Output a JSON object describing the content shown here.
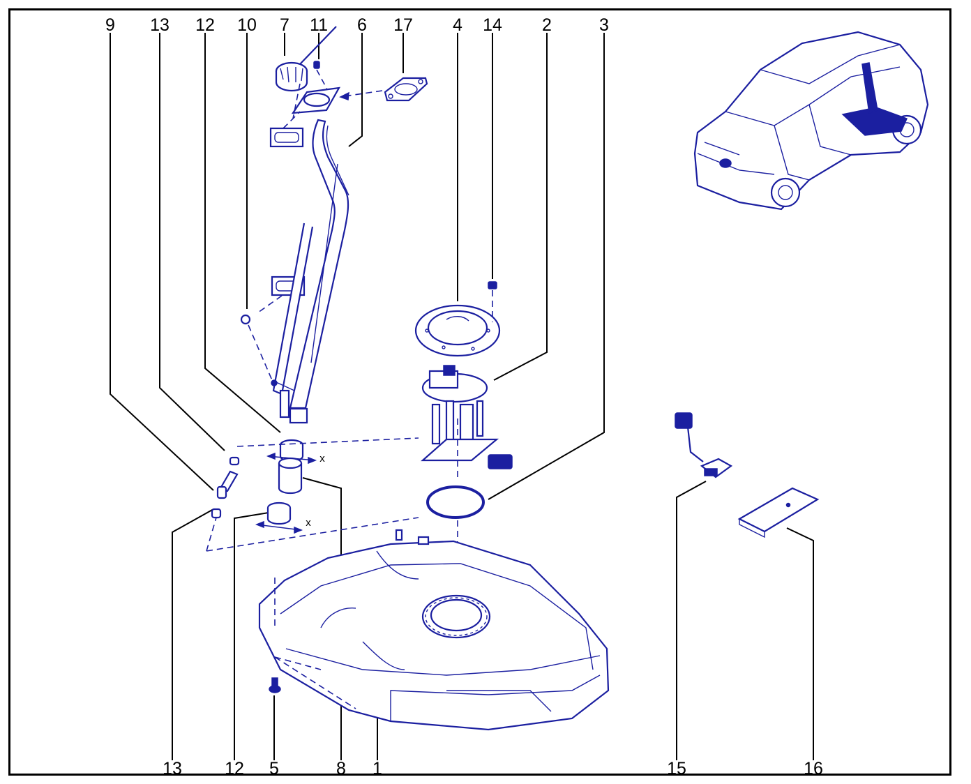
{
  "colors": {
    "frame": "#000000",
    "part_stroke": "#1b1fa0",
    "background": "#ffffff"
  },
  "callouts_top": [
    {
      "id": "9",
      "label": "9"
    },
    {
      "id": "13",
      "label": "13"
    },
    {
      "id": "12",
      "label": "12"
    },
    {
      "id": "10",
      "label": "10"
    },
    {
      "id": "7",
      "label": "7"
    },
    {
      "id": "11",
      "label": "11"
    },
    {
      "id": "6",
      "label": "6"
    },
    {
      "id": "17",
      "label": "17"
    },
    {
      "id": "4",
      "label": "4"
    },
    {
      "id": "14",
      "label": "14"
    },
    {
      "id": "2",
      "label": "2"
    },
    {
      "id": "3",
      "label": "3"
    }
  ],
  "callouts_bottom": [
    {
      "id": "13",
      "label": "13"
    },
    {
      "id": "12",
      "label": "12"
    },
    {
      "id": "5",
      "label": "5"
    },
    {
      "id": "8",
      "label": "8"
    },
    {
      "id": "1",
      "label": "1"
    },
    {
      "id": "15",
      "label": "15"
    },
    {
      "id": "16",
      "label": "16"
    }
  ],
  "dimension_marks": [
    {
      "label": "x"
    },
    {
      "label": "x"
    }
  ],
  "icons": {
    "vehicle": "car-locator-icon",
    "fuel_tank": "fuel-tank-icon",
    "filler_pipe": "filler-pipe-icon",
    "fuel_pump": "fuel-pump-module-icon"
  }
}
